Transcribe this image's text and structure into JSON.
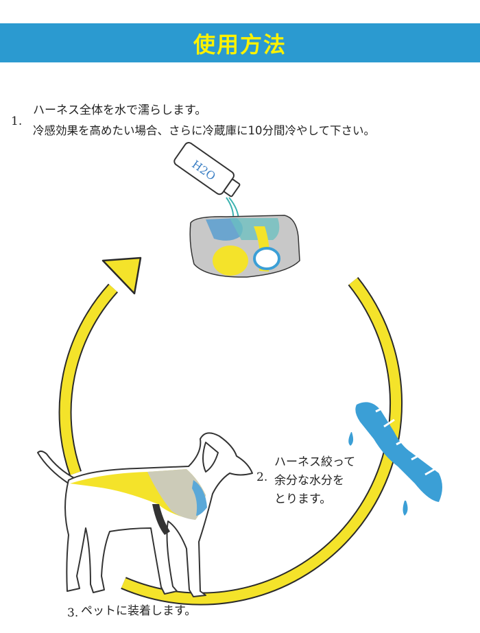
{
  "header": {
    "title": "使用方法"
  },
  "steps": [
    {
      "number": "1.",
      "lines": [
        "ハーネス全体を水で濡らします。",
        "冷感効果を高めたい場合、さらに冷蔵庫に10分間冷やして下さい。"
      ]
    },
    {
      "number": "2.",
      "lines": [
        "ハーネス絞って",
        "余分な水分を",
        "とります。"
      ]
    },
    {
      "number": "3.",
      "lines": [
        "ペットに装着します。"
      ]
    }
  ],
  "illustrations": {
    "bottle_label": "H2O"
  },
  "colors": {
    "banner": "#2b9ad0",
    "title": "#fff200",
    "arrow": "#f4e32a",
    "water": "#3b9fd6",
    "harness_gray": "#c8c8c8"
  }
}
